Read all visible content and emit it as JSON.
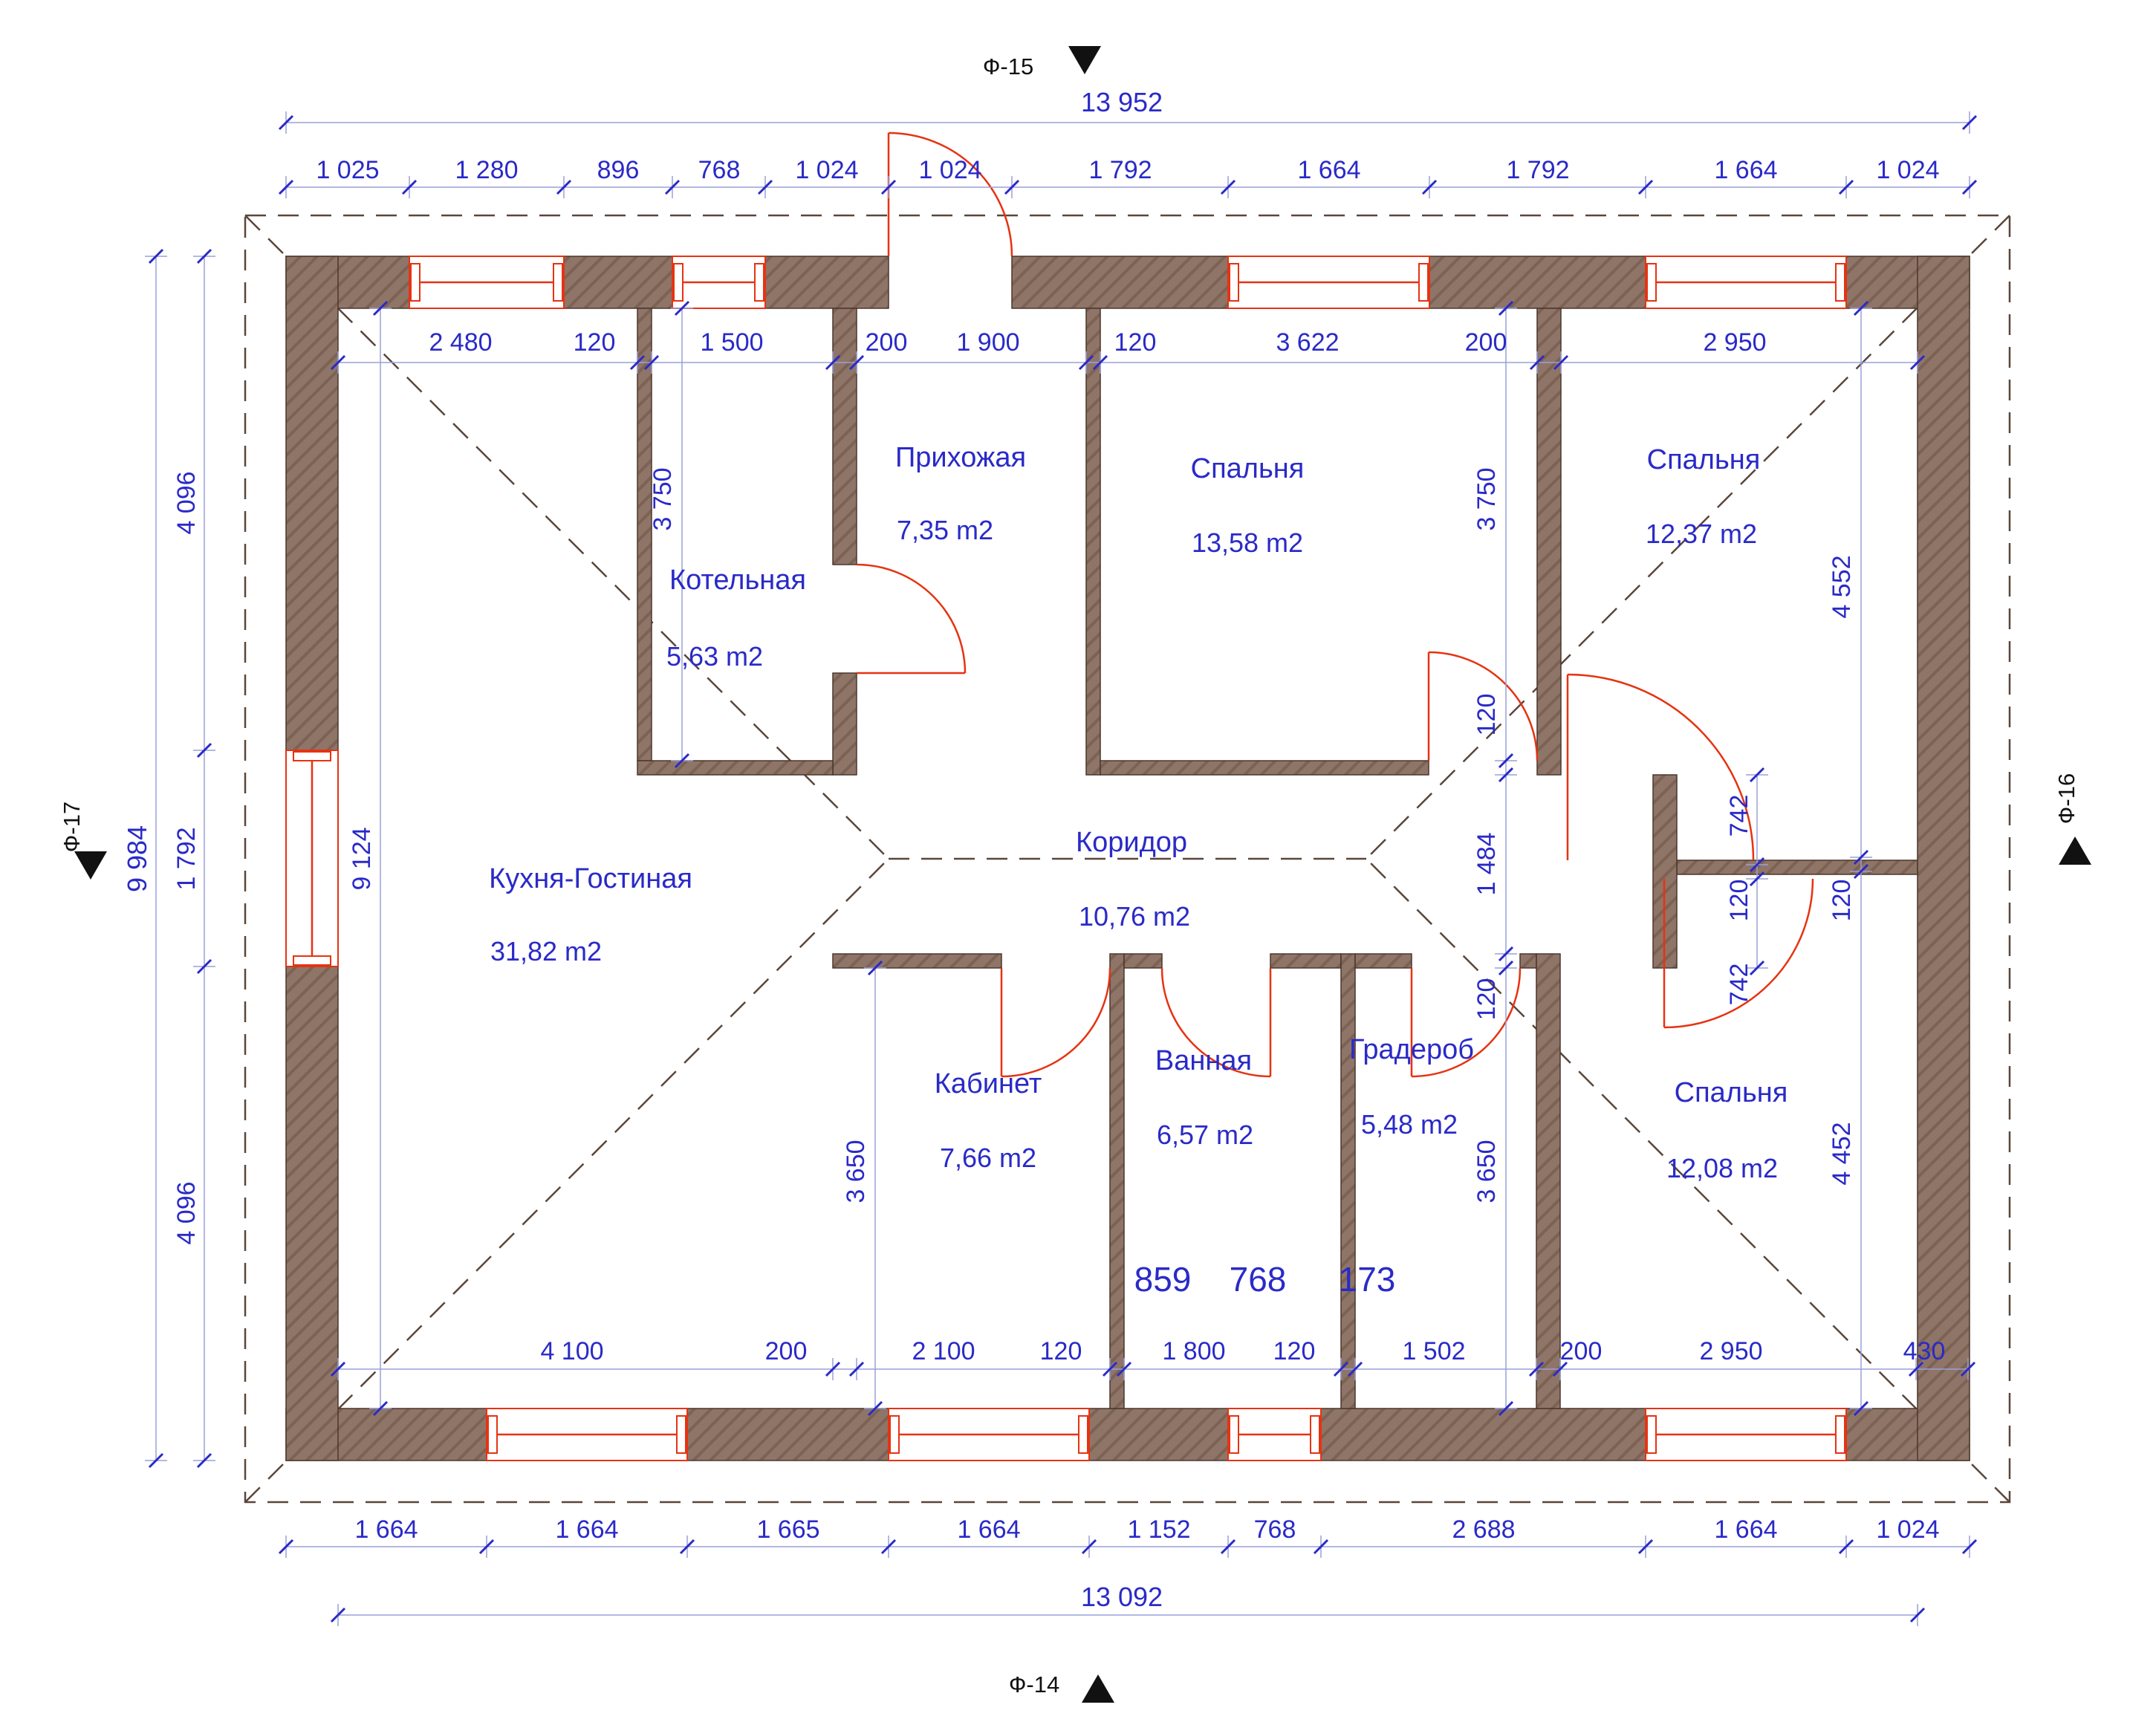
{
  "colors": {
    "wall_fill": "#8f7568",
    "wall_hatch": "#7c6253",
    "wall_outline": "#4a372c",
    "openings_red": "#e63312",
    "dimension_text": "#2a2ac8",
    "dimension_line": "#9aa0d8",
    "roof_dashed": "#5a463a",
    "marker_black": "#111111"
  },
  "markers": {
    "top": "Ф-15",
    "bottom": "Ф-14",
    "left": "Ф-17",
    "right": "Ф-16"
  },
  "rooms": [
    {
      "name": "Прихожая",
      "area": "7,35 m2"
    },
    {
      "name": "Котельная",
      "area": "5,63 m2"
    },
    {
      "name": "Спальня",
      "area": "13,58 m2"
    },
    {
      "name": "Спальня",
      "area": "12,37 m2"
    },
    {
      "name": "Кухня-Гостиная",
      "area": "31,82 m2"
    },
    {
      "name": "Коридор",
      "area": "10,76 m2"
    },
    {
      "name": "Кабинет",
      "area": "7,66 m2"
    },
    {
      "name": "Ванная",
      "area": "6,57 m2"
    },
    {
      "name": "Градероб",
      "area": "5,48 m2"
    },
    {
      "name": "Спальня",
      "area": "12,08 m2"
    }
  ],
  "dims": {
    "top_total": "13 952",
    "top_row": [
      "1 025",
      "1 280",
      "896",
      "768",
      "1 024",
      "1 024",
      "1 792",
      "1 664",
      "1 792",
      "1 664",
      "1 024"
    ],
    "inner_top_row": [
      "2 480",
      "120",
      "1 500",
      "200",
      "1 900",
      "120",
      "3 622",
      "200",
      "2 950"
    ],
    "inner_bottom_row": [
      "4 100",
      "200",
      "2 100",
      "120",
      "1 800",
      "120",
      "1 502",
      "200",
      "2 950",
      "430"
    ],
    "bottom_row": [
      "1 664",
      "1 664",
      "1 665",
      "1 664",
      "1 152",
      "768",
      "2 688",
      "1 664",
      "1 024"
    ],
    "bottom_total": "13 092",
    "left_total": "9 984",
    "left_row": [
      "4 096",
      "1 792",
      "4 096"
    ],
    "left_inner": "9 124",
    "kotelnaya_depth": "3 750",
    "mid_chain": [
      "3 750",
      "120",
      "1 484",
      "120",
      "3 650"
    ],
    "kabinet_depth": "3 650",
    "right_chain": [
      "4 552",
      "120",
      "4 452"
    ],
    "nook_chain": [
      "742",
      "120",
      "742"
    ],
    "mid_numbers": [
      "859",
      "768",
      "173"
    ]
  }
}
